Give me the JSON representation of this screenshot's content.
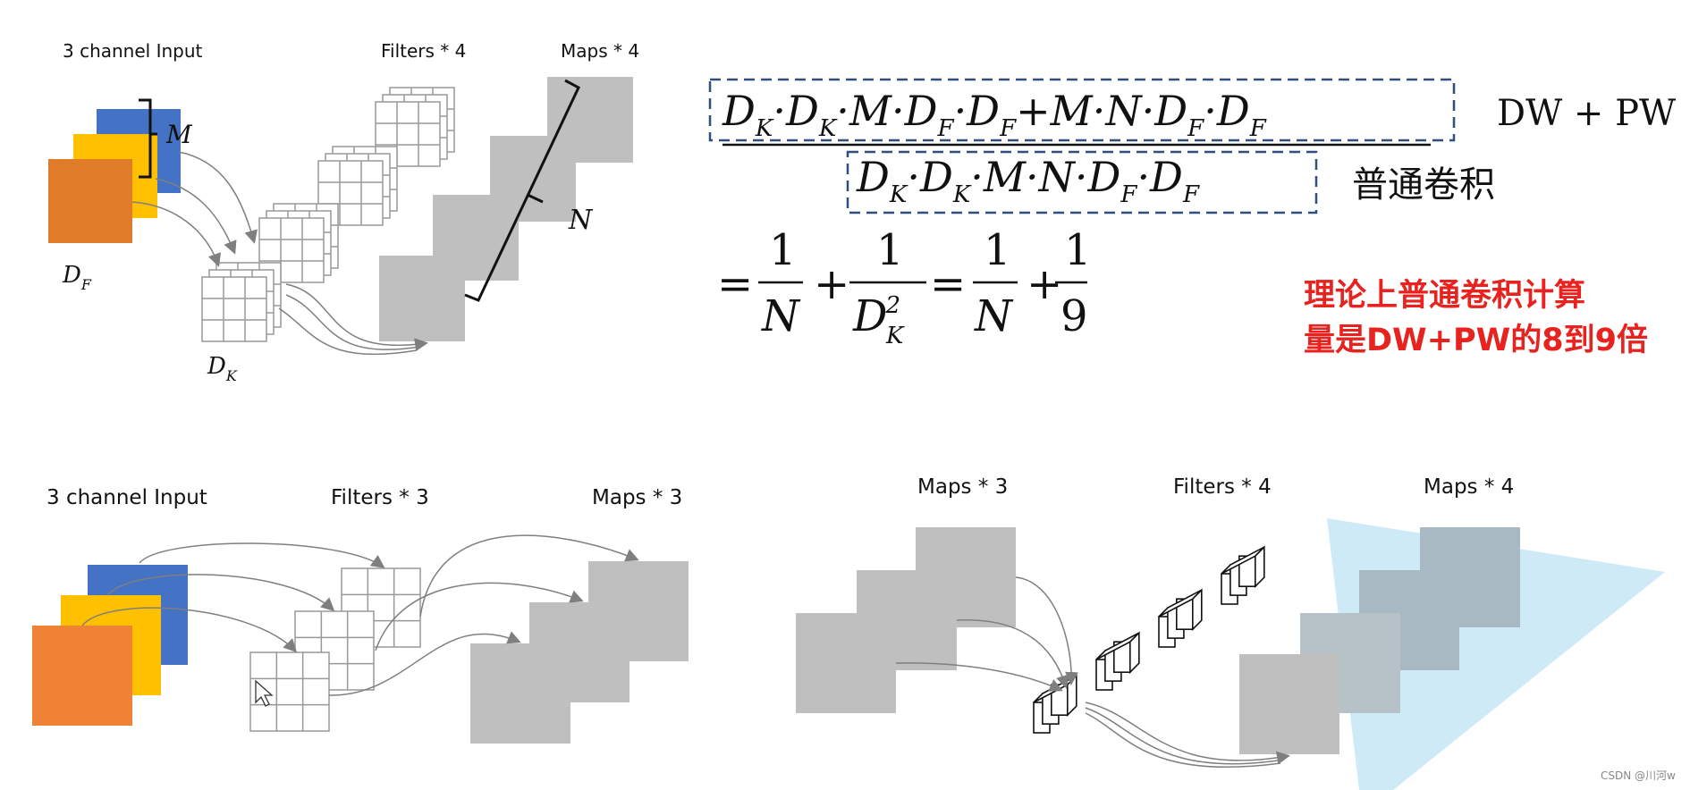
{
  "top": {
    "input_label": "3 channel Input",
    "filters_label": "Filters * 4",
    "maps_label": "Maps * 4",
    "m_label": "M",
    "n_label": "N",
    "df_label": "D",
    "df_sub": "F",
    "dk_label": "D",
    "dk_sub": "K"
  },
  "formula": {
    "numerator": "D·D·M·D·D + M·N·D·D",
    "numerator_parts": [
      "D",
      "K",
      "·D",
      "K",
      "·M·D",
      "F",
      "·D",
      "F",
      "+M·N·D",
      "F",
      "·D",
      "F"
    ],
    "denominator_parts": [
      "D",
      "K",
      "·D",
      "K",
      "·M·N·D",
      "F",
      "·D",
      "F"
    ],
    "numerator_note": "DW + PW",
    "denominator_note": "普通卷积",
    "result": {
      "eq": "=",
      "one": "1",
      "n": "N",
      "plus": "+",
      "dk": "D",
      "dk_sup": "2",
      "dk_sub": "K",
      "nine": "9"
    },
    "conclusion_line1": "理论上普通卷积计算",
    "conclusion_line2": "量是DW+PW的8到9倍"
  },
  "bottom_left": {
    "input_label": "3 channel Input",
    "filters_label": "Filters * 3",
    "maps_label": "Maps * 3"
  },
  "bottom_right": {
    "maps_in_label": "Maps * 3",
    "filters_label": "Filters * 4",
    "maps_out_label": "Maps * 4"
  },
  "watermark": "CSDN @川河w",
  "colors": {
    "blue": "#4472c4",
    "yellow": "#ffc000",
    "orange": "#ed7d31",
    "gray": "#bfbfbf",
    "dashed_box": "#2f4f7f",
    "red": "#e8231f",
    "light_blue": "#cfeaf7"
  }
}
